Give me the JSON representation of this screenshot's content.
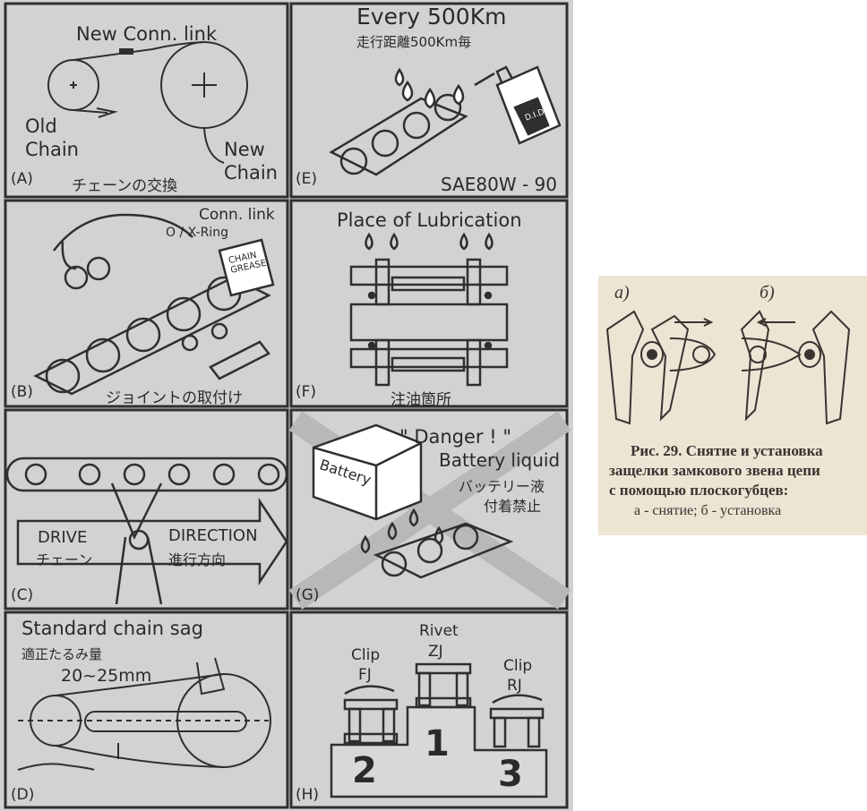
{
  "sheet": {
    "panels": [
      {
        "id": "(A)",
        "caption": "チェーンの交換",
        "labels": {
          "new_conn_link": "New Conn. link",
          "old_chain": "Old\nChain",
          "new_chain": "New\nChain"
        }
      },
      {
        "id": "(E)",
        "title": "Every 500Km",
        "subtitle": "走行距離500Km毎",
        "oil": "SAE80W - 90",
        "can_brand": "D.I.D"
      },
      {
        "id": "(B)",
        "caption": "ジョイントの取付け",
        "labels": {
          "conn_link": "Conn. link",
          "o_ring": "O / X-Ring",
          "chain_grease": "CHAIN\nGREASE"
        }
      },
      {
        "id": "(F)",
        "title": "Place of Lubrication",
        "caption": "注油箇所"
      },
      {
        "id": "(C)",
        "labels": {
          "drive": "DRIVE",
          "drive_jp": "チェーン",
          "direction": "DIRECTION",
          "direction_jp": "進行方向"
        }
      },
      {
        "id": "(G)",
        "labels": {
          "danger": "\" Danger ! \"",
          "battery_liquid": "Battery liquid",
          "battery_jp": "バッテリー液",
          "prohibit_jp": "付着禁止",
          "battery": "Battery"
        }
      },
      {
        "id": "(D)",
        "title": "Standard chain sag",
        "subtitle": "適正たるみ量",
        "range": "20~25mm"
      },
      {
        "id": "(H)",
        "labels": {
          "rivet": "Rivet",
          "zj": "ZJ",
          "clip_left": "Clip",
          "fj": "FJ",
          "clip_right": "Clip",
          "rj": "RJ",
          "rank_1": "1",
          "rank_2": "2",
          "rank_3": "3"
        }
      }
    ]
  },
  "clipping": {
    "label_a": "а)",
    "label_b": "б)",
    "caption_line1": "Рис. 29. Снятие и установка",
    "caption_line2": "защелки замкового звена цепи",
    "caption_line3": "с помощью плоскогубцев:",
    "caption_line4": "а - снятие; б - установка"
  },
  "colors": {
    "sheet_bg": "#d2d2d2",
    "ink": "#2a2a2a",
    "clip_bg": "#ede4d4",
    "clip_ink": "#3a3430"
  }
}
